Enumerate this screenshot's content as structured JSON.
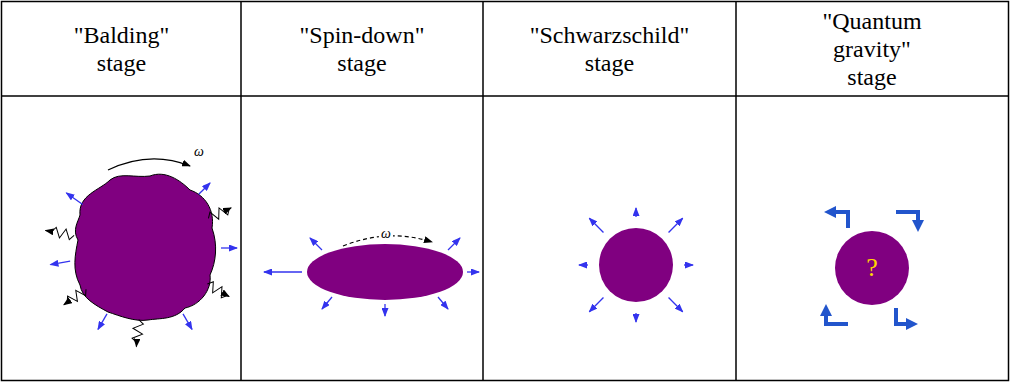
{
  "diagram": {
    "nodes": [
      {
        "text": [
          "\"Balding\" stage"
        ]
      },
      {
        "text": [
          "\"Spin-down\" stage"
        ]
      },
      {
        "text": [
          "\"Schwarzschild\" stage"
        ]
      },
      {
        "text": [
          "\"Quantum gravity\" stage"
        ]
      },
      {
        "text": [
          "?"
        ]
      }
    ],
    "labels": [
      "ω",
      "ω"
    ]
  }
}
